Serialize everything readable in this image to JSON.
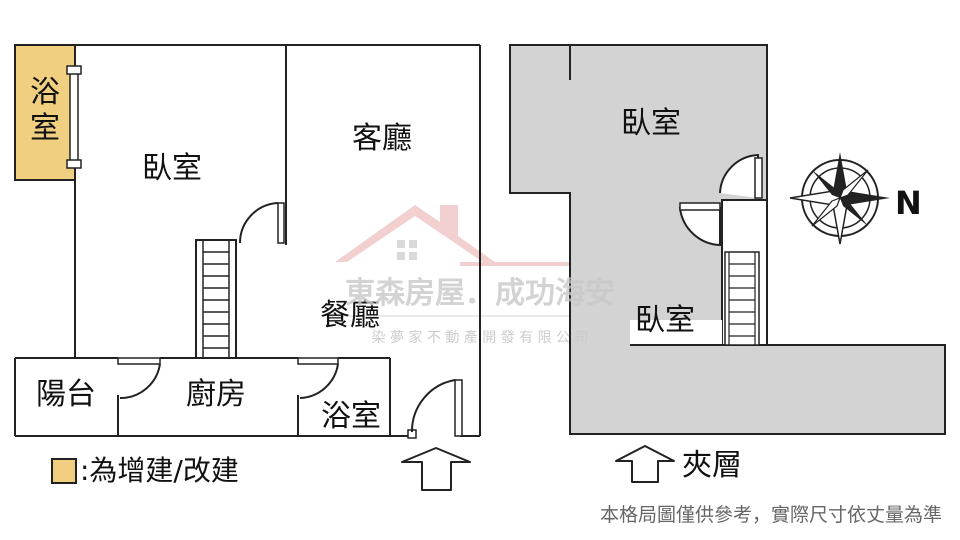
{
  "colors": {
    "wall": "#222222",
    "addition_fill": "#f0d080",
    "mezzanine_fill": "#d3d3d3",
    "watermark_roof": "#e8aaaa",
    "watermark_text": "#c8c8c8",
    "note": "#666666"
  },
  "watermark": {
    "company": "東森房屋．成功海安",
    "subtitle": "染 夢 家 不 動 產 開 發 有 限 公 司"
  },
  "ground_floor": {
    "rooms": {
      "bath_left": [
        "浴",
        "室"
      ],
      "bedroom": "臥室",
      "living": "客廳",
      "dining": "餐廳",
      "balcony": "陽台",
      "kitchen": "廚房",
      "bath_small": "浴室"
    }
  },
  "mezzanine": {
    "rooms": {
      "bedroom_top": "臥室",
      "bedroom_bottom": "臥室"
    },
    "label": "夾層"
  },
  "legend": {
    "text": ":為增建/改建"
  },
  "compass": {
    "letter": "N",
    "icon": "compass-rose-icon"
  },
  "note": "本格局圖僅供參考，實際尺寸依丈量為準"
}
